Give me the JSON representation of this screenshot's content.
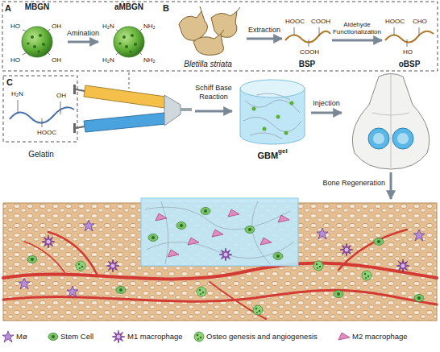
{
  "diagram": {
    "nodes": [
      {
        "text": [
          "MBGN"
        ]
      },
      {
        "text": [
          "aMBGN"
        ]
      },
      {
        "text": [
          "Bletilla striata"
        ]
      },
      {
        "text": [
          "BSP"
        ]
      },
      {
        "text": [
          "oBSP"
        ]
      },
      {
        "text": [
          "Gelatin"
        ]
      },
      {
        "text": [
          "GBM",
          "gel"
        ]
      }
    ],
    "edges": [
      {
        "from": 0,
        "to": 1,
        "arrow": "to",
        "label": "Amination"
      },
      {
        "from": 2,
        "to": 3,
        "arrow": "to",
        "label": "Extraction"
      },
      {
        "from": 3,
        "to": 4,
        "arrow": "to",
        "label": "Aldehyde Functionalization"
      }
    ],
    "labels": [
      "A",
      "B",
      "HO",
      "OH",
      "HO",
      "OH",
      "H₂N",
      "NH₂",
      "H₂N",
      "NH₂",
      "HOOC",
      "COOH",
      "COOH",
      "HOOC",
      "CHO",
      "HO",
      "C",
      "H₂N",
      "OH",
      "HOOC",
      "Schiff Base Reaction",
      "Injection",
      "Bone Regeneration"
    ],
    "legend": [
      {
        "text": "Mø"
      },
      {
        "text": "Stem Cell"
      },
      {
        "text": "M1 macrophage"
      },
      {
        "text": "Osteo genesis and angiogenesis"
      },
      {
        "text": "M2 macrophage"
      }
    ]
  }
}
